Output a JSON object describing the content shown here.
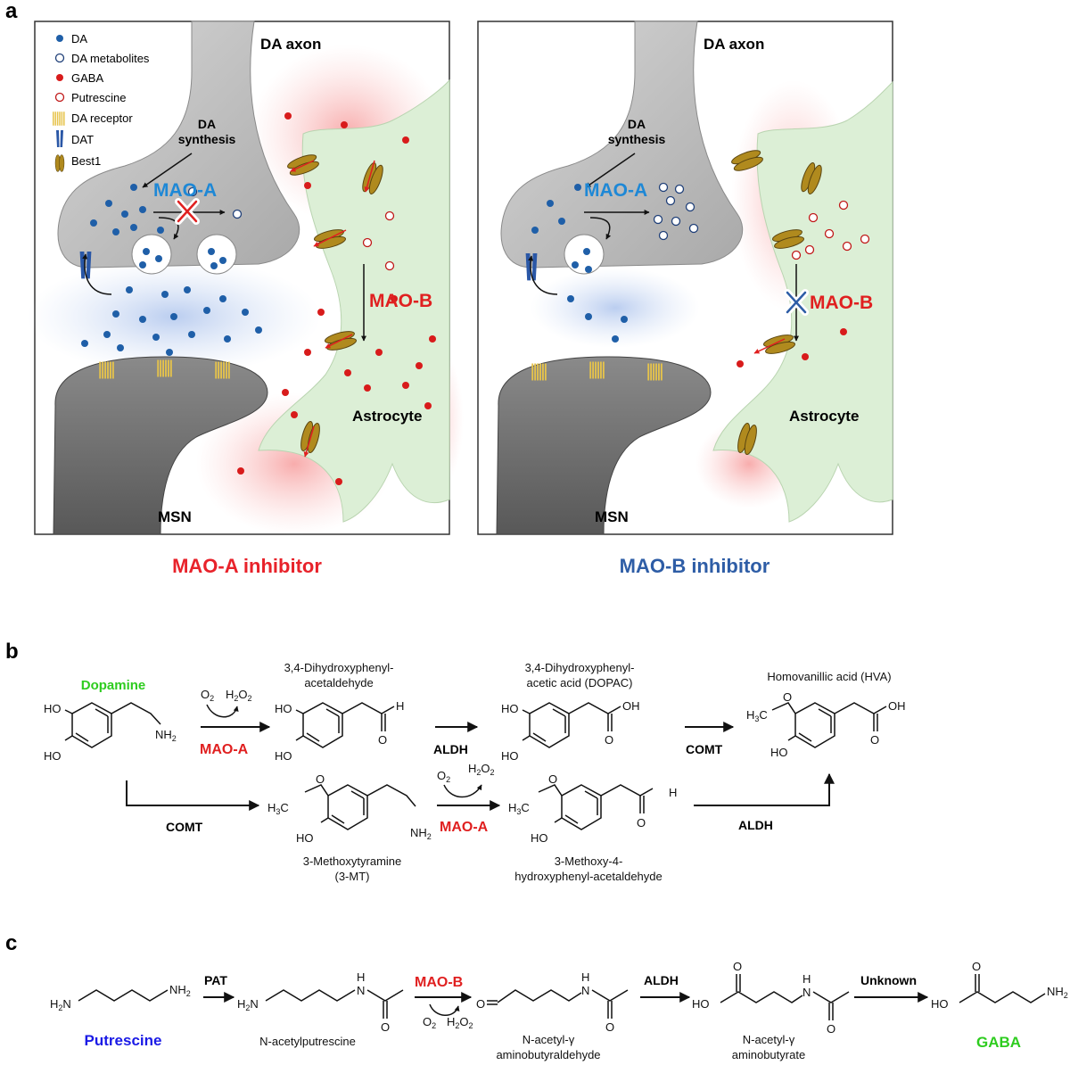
{
  "panel_a": {
    "label": "a",
    "legend": [
      {
        "icon": "da-dot-icon",
        "text": "DA"
      },
      {
        "icon": "da-metabolite-circle-icon",
        "text": "DA metabolites"
      },
      {
        "icon": "gaba-dot-icon",
        "text": "GABA"
      },
      {
        "icon": "putrescine-circle-icon",
        "text": "Putrescine"
      },
      {
        "icon": "da-receptor-icon",
        "text": "DA receptor"
      },
      {
        "icon": "dat-icon",
        "text": "DAT"
      },
      {
        "icon": "best1-icon",
        "text": "Best1"
      }
    ],
    "left": {
      "da_axon": "DA axon",
      "da_synthesis": [
        "DA",
        "synthesis"
      ],
      "mao_a": "MAO-A",
      "mao_b": "MAO-B",
      "astrocyte": "Astrocyte",
      "msn": "MSN",
      "caption": "MAO-A inhibitor"
    },
    "right": {
      "da_axon": "DA axon",
      "da_synthesis": [
        "DA",
        "synthesis"
      ],
      "mao_a": "MAO-A",
      "mao_b": "MAO-B",
      "astrocyte": "Astrocyte",
      "msn": "MSN",
      "caption": "MAO-B inhibitor"
    },
    "colors": {
      "da": "#1f5fa8",
      "gaba": "#d81b1b",
      "maoa_text": "#1e88d6",
      "maob_text": "#e02020",
      "caption_left": "#e8222a",
      "caption_right": "#2e5da6",
      "astro": "#dcefd6",
      "axon": "#bdbdbd",
      "msn": "#6a6a6a"
    }
  },
  "panel_b": {
    "label": "b",
    "dopamine": "Dopamine",
    "o2": "O",
    "h2o2_h": "H",
    "h2o2_o": "O",
    "two": "2",
    "mao_a": "MAO-A",
    "aldh": "ALDH",
    "comt": "COMT",
    "ho": "HO",
    "nh2_n": "NH",
    "oh": "OH",
    "h": "H",
    "h3c_h": "H",
    "h3c_c": "C",
    "three": "3",
    "o": "O",
    "names": {
      "dhpa": [
        "3,4-Dihydroxyphenyl-",
        "acetaldehyde"
      ],
      "dopac": [
        "3,4-Dihydroxyphenyl-",
        "acetic acid (DOPAC)"
      ],
      "hva": "Homovanillic acid (HVA)",
      "mt": [
        "3-Methoxytyramine",
        "(3-MT)"
      ],
      "mhpa": [
        "3-Methoxy-4-",
        "hydroxyphenyl-acetaldehyde"
      ]
    },
    "colors": {
      "dopamine": "#2ecc1f",
      "mao_a": "#e02020"
    }
  },
  "panel_c": {
    "label": "c",
    "pat": "PAT",
    "mao_b": "MAO-B",
    "aldh": "ALDH",
    "unknown": "Unknown",
    "h2n_h": "H",
    "h2n_n": "N",
    "nh2_n": "NH",
    "ho": "HO",
    "h": "H",
    "n": "N",
    "o": "O",
    "two": "2",
    "putrescine": "Putrescine",
    "nacetylputrescine": "N-acetylputrescine",
    "aldehyde": [
      "N-acetyl-γ",
      "aminobutyraldehyde"
    ],
    "butyrate": [
      "N-acetyl-γ",
      "aminobutyrate"
    ],
    "gaba": "GABA",
    "colors": {
      "putrescine": "#1a1ae6",
      "gaba": "#2ecc1f",
      "mao_b": "#e02020"
    }
  }
}
